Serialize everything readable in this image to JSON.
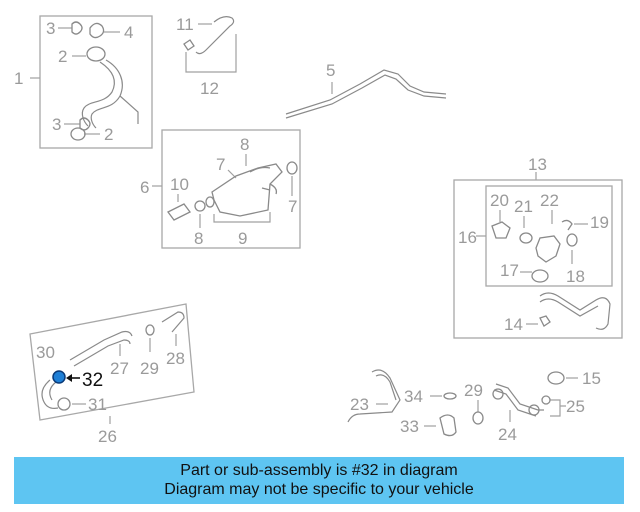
{
  "diagram": {
    "callouts": {
      "c1": "1",
      "c2a": "2",
      "c2b": "2",
      "c3a": "3",
      "c3b": "3",
      "c4": "4",
      "c5": "5",
      "c6": "6",
      "c7a": "7",
      "c7b": "7",
      "c8a": "8",
      "c8b": "8",
      "c9": "9",
      "c10": "10",
      "c11": "11",
      "c12": "12",
      "c13": "13",
      "c14": "14",
      "c15": "15",
      "c16": "16",
      "c17": "17",
      "c18": "18",
      "c19": "19",
      "c20": "20",
      "c21": "21",
      "c22": "22",
      "c23": "23",
      "c24": "24",
      "c25": "25",
      "c26": "26",
      "c27": "27",
      "c28": "28",
      "c29a": "29",
      "c29b": "29",
      "c30": "30",
      "c31": "31",
      "c32": "32",
      "c33": "33",
      "c34": "34"
    },
    "highlighted_part": "32",
    "highlight_color": "#1e7fd6"
  },
  "banner": {
    "line1": "Part or sub-assembly is #32 in diagram",
    "line2": "Diagram may not be specific to your vehicle",
    "background": "#5ec5f2"
  }
}
